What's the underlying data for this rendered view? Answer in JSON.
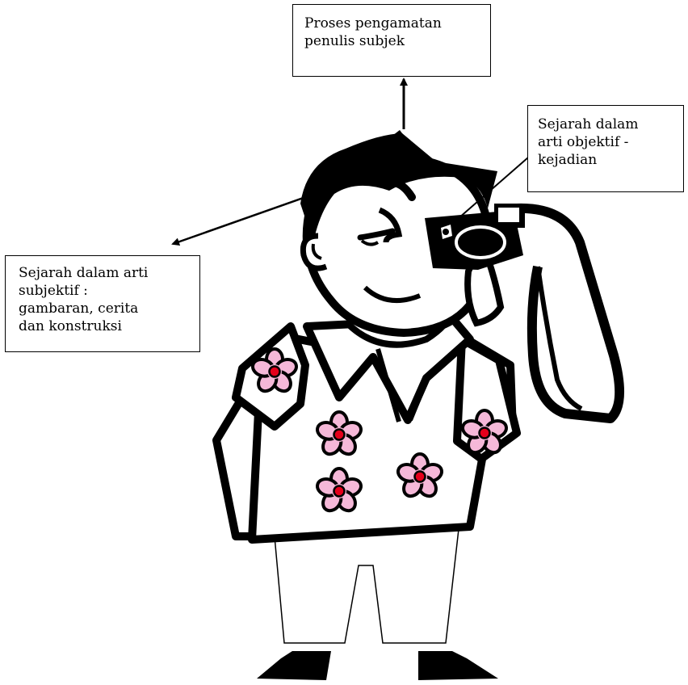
{
  "labels": {
    "observation_process": [
      "Proses pengamatan",
      "penulis subjek"
    ],
    "objective_history": [
      "Sejarah dalam",
      "arti objektif -",
      "kejadian"
    ],
    "subjective_history": [
      "Sejarah dalam arti",
      "subjektif :",
      "gambaran, cerita",
      "dan konstruksi"
    ]
  },
  "colors": {
    "outline": "#000000",
    "background": "#ffffff",
    "flower_petal": "#f5b8d8",
    "flower_center": "#e4001b"
  },
  "icons": [
    "arrow-up-icon",
    "arrow-northeast-icon",
    "arrow-southwest-icon",
    "camera-icon",
    "flower-icon"
  ]
}
